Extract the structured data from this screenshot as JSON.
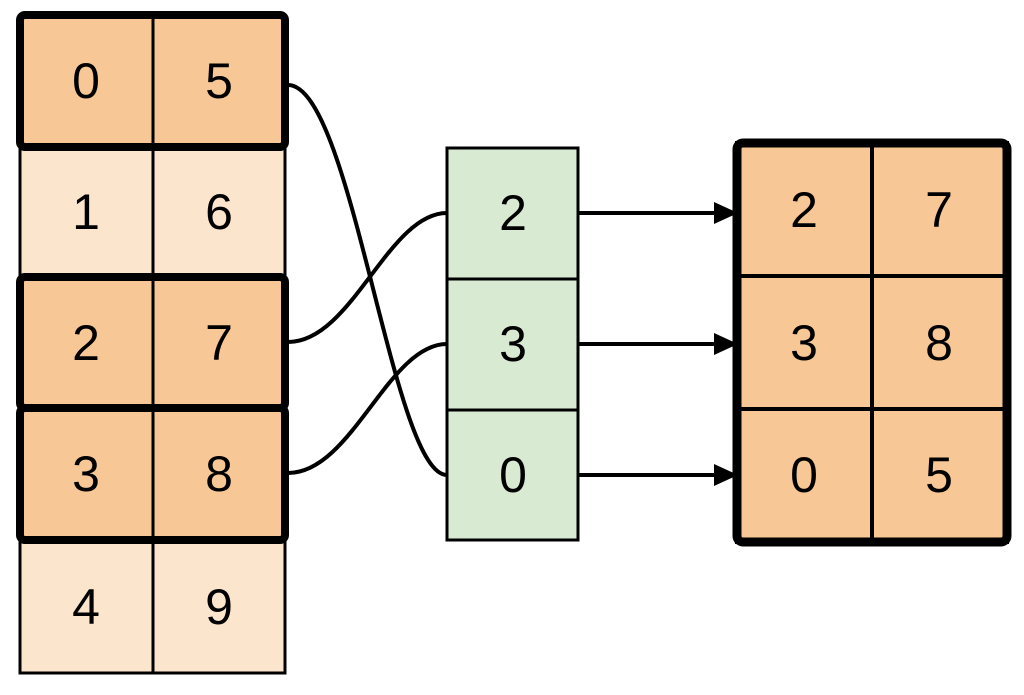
{
  "source_table": {
    "rows": [
      {
        "cells": [
          "0",
          "5"
        ],
        "highlighted": true
      },
      {
        "cells": [
          "1",
          "6"
        ],
        "highlighted": false
      },
      {
        "cells": [
          "2",
          "7"
        ],
        "highlighted": true
      },
      {
        "cells": [
          "3",
          "8"
        ],
        "highlighted": true
      },
      {
        "cells": [
          "4",
          "9"
        ],
        "highlighted": false
      }
    ]
  },
  "index_column": {
    "cells": [
      "2",
      "3",
      "0"
    ]
  },
  "result_table": {
    "rows": [
      {
        "cells": [
          "2",
          "7"
        ]
      },
      {
        "cells": [
          "3",
          "8"
        ]
      },
      {
        "cells": [
          "0",
          "5"
        ]
      }
    ]
  },
  "colors": {
    "highlight_fill": "#f7c795",
    "light_fill": "#fce5cd",
    "index_fill": "#d9ead3",
    "stroke": "#000000",
    "background": "#ffffff"
  }
}
